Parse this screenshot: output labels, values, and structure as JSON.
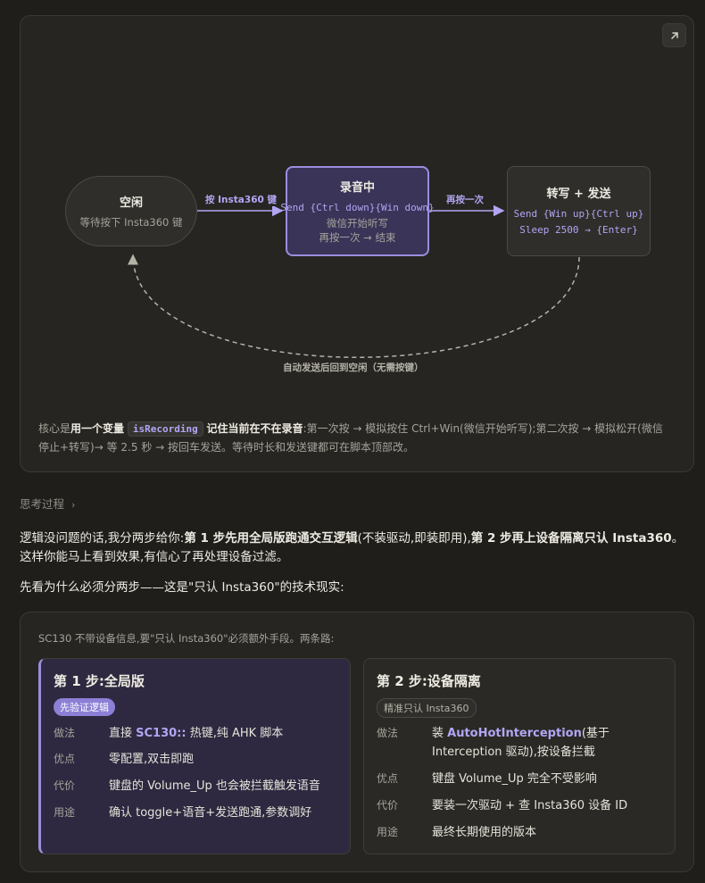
{
  "diagram": {
    "nodes": {
      "idle": {
        "title": "空闲",
        "subtitle": "等待按下 Insta360 键"
      },
      "recording": {
        "title": "录音中",
        "code": "Send {Ctrl down}{Win down}",
        "line1": "微信开始听写",
        "line2": "再按一次 → 结束"
      },
      "send": {
        "title": "转写 + 发送",
        "code1": "Send {Win up}{Ctrl up}",
        "code2": "Sleep 2500 → {Enter}"
      }
    },
    "edges": {
      "press_key": "按 Insta360 键",
      "press_again": "再按一次",
      "auto_return": "自动发送后回到空闲（无需按键）"
    },
    "note": {
      "prefix": "核心是",
      "bold1": "用一个变量",
      "var_name": "isRecording",
      "bold2": "记住当前在不在录音",
      "rest": ":第一次按 → 模拟按住 Ctrl+Win(微信开始听写);第二次按 → 模拟松开(微信停止+转写)→ 等 2.5 秒 → 按回车发送。等待时长和发送键都可在脚本顶部改。"
    },
    "expand_icon": "arrow-up-right-icon"
  },
  "thinking": {
    "label": "思考过程"
  },
  "para1": {
    "t1": "逻辑没问题的话,我分两步给你:",
    "b1": "第 1 步先用全局版跑通交互逻辑",
    "t2": "(不装驱动,即装即用),",
    "b2": "第 2 步再上设备隔离只认 Insta360",
    "t3": "。这样你能马上看到效果,有信心了再处理设备过滤。"
  },
  "para2": "先看为什么必须分两步——这是\"只认 Insta360\"的技术现实:",
  "compare": {
    "intro": "SC130 不带设备信息,要\"只认 Insta360\"必须额外手段。两条路:",
    "cards": [
      {
        "title": "第 1 步:全局版",
        "badge": "先验证逻辑",
        "rows": [
          {
            "key": "做法",
            "pre": "直接 ",
            "accent": "SC130::",
            "post": " 热键,纯 AHK 脚本"
          },
          {
            "key": "优点",
            "pre": "零配置,双击即跑",
            "accent": "",
            "post": ""
          },
          {
            "key": "代价",
            "pre": "键盘的 Volume_Up 也会被拦截触发语音",
            "accent": "",
            "post": ""
          },
          {
            "key": "用途",
            "pre": "确认 toggle+语音+发送跑通,参数调好",
            "accent": "",
            "post": ""
          }
        ]
      },
      {
        "title": "第 2 步:设备隔离",
        "badge": "精准只认 Insta360",
        "rows": [
          {
            "key": "做法",
            "pre": "装 ",
            "accent": "AutoHotInterception",
            "post": "(基于 Interception 驱动),按设备拦截"
          },
          {
            "key": "优点",
            "pre": "键盘 Volume_Up 完全不受影响",
            "accent": "",
            "post": ""
          },
          {
            "key": "代价",
            "pre": "要装一次驱动 + 查 Insta360 设备 ID",
            "accent": "",
            "post": ""
          },
          {
            "key": "用途",
            "pre": "最终长期使用的版本",
            "accent": "",
            "post": ""
          }
        ]
      }
    ]
  },
  "colors": {
    "accent": "#b2a6f4",
    "accent_border": "#9a8ee0",
    "background": "#1f1e1b",
    "panel": "#262521"
  }
}
